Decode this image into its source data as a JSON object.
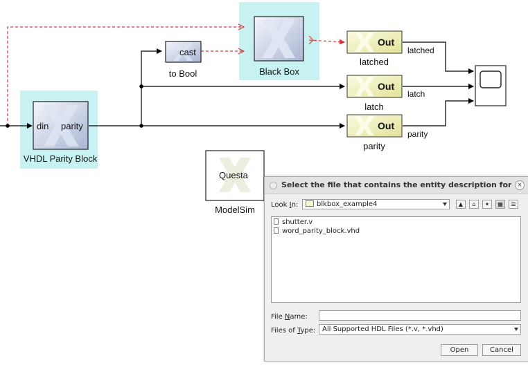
{
  "diagram": {
    "blocks": {
      "vhdl_parity": {
        "name": "VHDL Parity Block",
        "in_port": "din",
        "out_port": "parity"
      },
      "cast": {
        "text": "cast",
        "name": "to Bool"
      },
      "black_box": {
        "name": "Black Box"
      },
      "latched": {
        "text": "Out",
        "name": "latched",
        "signal": "latched"
      },
      "latch": {
        "text": "Out",
        "name": "latch",
        "signal": "latch"
      },
      "parity": {
        "text": "Out",
        "name": "parity",
        "signal": "parity"
      },
      "modelsim": {
        "text": "Questa",
        "name": "ModelSim"
      },
      "scope": {
        "name": ""
      }
    }
  },
  "dialog": {
    "title": "Select the file that contains the entity description for the",
    "close_glyph": "×",
    "look_in": {
      "label_pre": "Look ",
      "label_key": "I",
      "label_post": "n:",
      "value": "blkbox_example4"
    },
    "files": [
      "shutter.v",
      "word_parity_block.vhd"
    ],
    "file_name": {
      "label_pre": "File ",
      "label_key": "N",
      "label_post": "ame:",
      "value": ""
    },
    "file_type": {
      "label_pre": "Files of ",
      "label_key": "T",
      "label_post": "ype:",
      "value": "All Supported HDL Files  (*.v, *.vhd)"
    },
    "open_label": "Open",
    "cancel_label": "Cancel"
  },
  "colors": {
    "highlight": "#c8f2f2",
    "out_block": "#f2f2b8",
    "block_gray": "#c9d3e8",
    "dashed_red": "#e03030"
  }
}
